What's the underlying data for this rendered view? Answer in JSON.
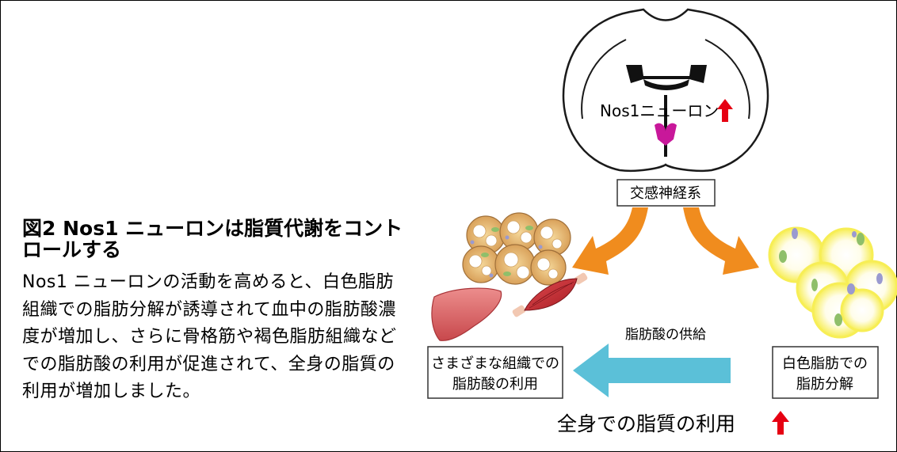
{
  "caption": {
    "title": "図2  Nos1 ニューロンは脂質代謝をコントロールする",
    "body": "Nos1 ニューロンの活動を高めると、白色脂肪組織での脂肪分解が誘導されて血中の脂肪酸濃度が増加し、さらに骨格筋や褐色脂肪組織などでの脂肪酸の利用が促進されて、全身の脂質の利用が増加しました。"
  },
  "diagram": {
    "neuron_label": "Nos1ニューロン",
    "nerve_label": "交感神経系",
    "supply_label": "脂肪酸の供給",
    "tissue_use_label_line1": "さまざまな組織での",
    "tissue_use_label_line2": "脂肪酸の利用",
    "white_fat_label_line1": "白色脂肪での",
    "white_fat_label_line2": "脂肪分解",
    "whole_body_label": "全身での脂質の利用"
  },
  "colors": {
    "increase_arrow": "#e60012",
    "sympathetic_arrow": "#f08c1e",
    "supply_arrow": "#5bc0d8",
    "neuron_marker": "#c8189a",
    "white_adipose": "#fbf37a",
    "liver": "#d9676a",
    "muscle": "#c0272d"
  },
  "icons": [
    "brain-section",
    "brown-adipose-cells",
    "liver",
    "skeletal-muscle",
    "white-adipose-cells",
    "up-arrow"
  ]
}
